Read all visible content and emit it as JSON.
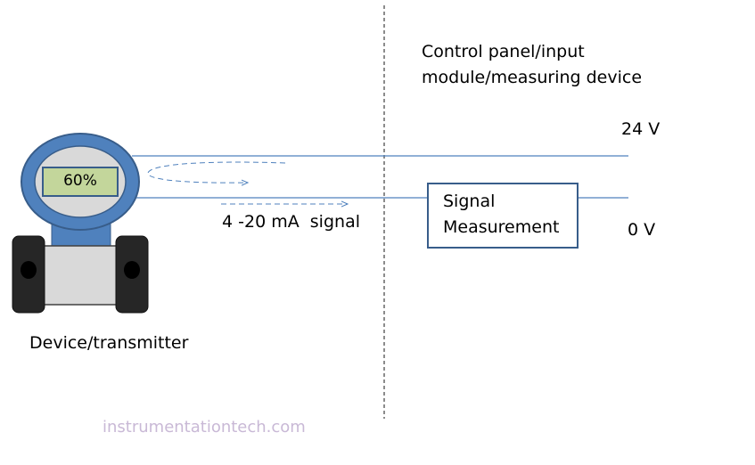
{
  "control_side": {
    "title_line1": "Control panel/input",
    "title_line2": "module/measuring device"
  },
  "rails": {
    "top_voltage": "24 V",
    "bottom_voltage": "0 V"
  },
  "signal": {
    "label": "4 -20 mA  signal"
  },
  "measurement_box": {
    "line1": "Signal",
    "line2": "Measurement"
  },
  "device": {
    "display_value": "60%",
    "label": "Device/transmitter"
  },
  "watermark": "instrumentationtech.com",
  "colors": {
    "wire": "#4f81bd",
    "housing_blue": "#4f81bd",
    "housing_outline": "#385d8a",
    "display_green": "#c3d69b",
    "body_gray": "#d9d9d9",
    "clamp_dark": "#262626",
    "watermark": "#c9b9d6"
  }
}
